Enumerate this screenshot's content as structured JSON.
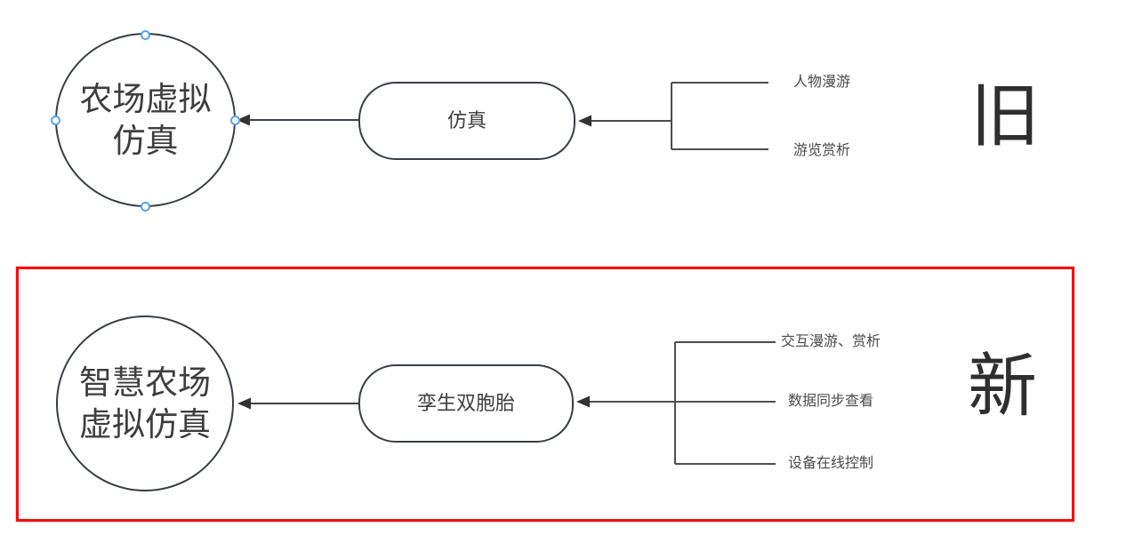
{
  "old_section": {
    "tag": "旧",
    "circle_label_line1": "农场虚拟",
    "circle_label_line2": "仿真",
    "box_label": "仿真",
    "branches": [
      "人物漫游",
      "游览赏析"
    ]
  },
  "new_section": {
    "tag": "新",
    "circle_label_line1": "智慧农场",
    "circle_label_line2": "虚拟仿真",
    "box_label": "孪生双胞胎",
    "branches": [
      "交互漫游、赏析",
      "数据同步查看",
      "设备在线控制"
    ]
  },
  "colors": {
    "shape_stroke": "#373e46",
    "connector_line": "#4d4d4d",
    "arrowhead": "#333333",
    "label_text": "#4a4a4a",
    "shape_text": "#3e3e3e",
    "highlight_frame": "#fb0b07",
    "selection_handle": "#54a4ef",
    "background": "#ffffff"
  }
}
